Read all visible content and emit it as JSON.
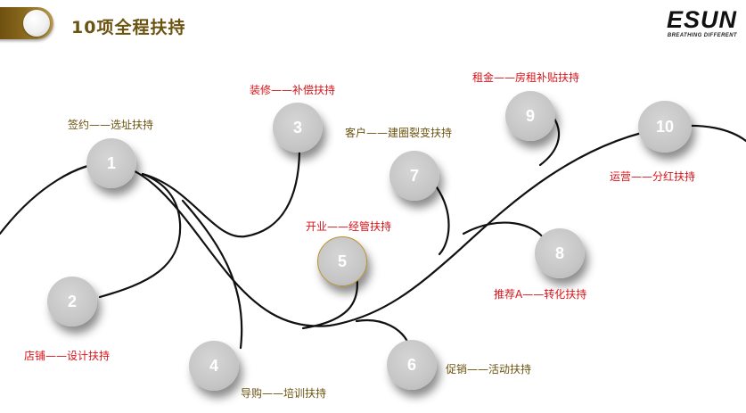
{
  "header": {
    "title": "10项全程扶持",
    "logo_text": "ESUN",
    "logo_tagline": "BREATHING DIFFERENT"
  },
  "colors": {
    "red_label": "#d8141a",
    "olive_label": "#6b5310",
    "node_fill": "#c6c6c6",
    "curve": "#111111"
  },
  "steps": [
    {
      "num": "1",
      "label": "签约——选址扶持"
    },
    {
      "num": "2",
      "label": "店铺——设计扶持"
    },
    {
      "num": "3",
      "label": "装修——补偿扶持"
    },
    {
      "num": "4",
      "label": "导购——培训扶持"
    },
    {
      "num": "5",
      "label": "开业——经管扶持"
    },
    {
      "num": "6",
      "label": "促销——活动扶持"
    },
    {
      "num": "7",
      "label": "客户——建圈裂变扶持"
    },
    {
      "num": "8",
      "label": "推荐A——转化扶持"
    },
    {
      "num": "9",
      "label": "租金——房租补贴扶持"
    },
    {
      "num": "10",
      "label": "运营——分红扶持"
    }
  ]
}
